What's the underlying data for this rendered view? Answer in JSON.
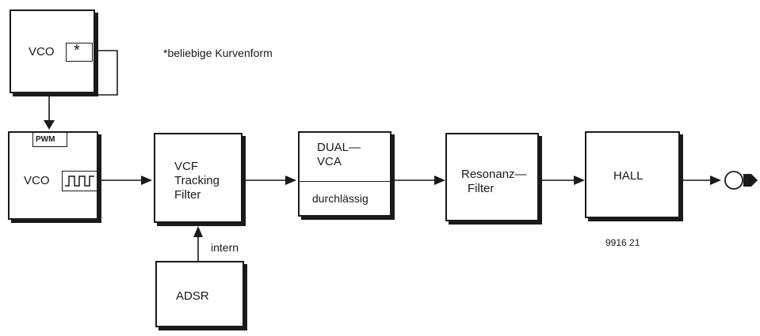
{
  "note": "*beliebige Kurvenform",
  "blocks": {
    "vco_top": {
      "label": "VCO",
      "port": "*"
    },
    "vco_main": {
      "label": "VCO",
      "pwm": "PWM",
      "wave_icon": "square-wave-icon"
    },
    "vcf": {
      "line1": "VCF",
      "line2": "Tracking",
      "line3": "Filter"
    },
    "vca": {
      "line1": "DUAL—",
      "line2": "VCA",
      "line3": "durchlässig"
    },
    "resonanz": {
      "line1": "Resonanz—",
      "line2": "Filter"
    },
    "hall": {
      "label": "HALL"
    },
    "adsr": {
      "label": "ADSR"
    }
  },
  "edge_labels": {
    "intern": "intern"
  },
  "figure_id": "9916 21",
  "output_icon": "output-jack-icon"
}
